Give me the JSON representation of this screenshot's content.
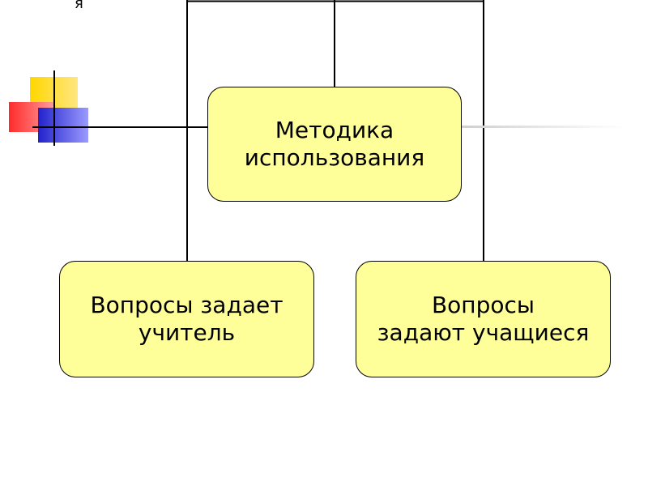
{
  "header": {
    "letter": "я"
  },
  "diagram": {
    "nodes": {
      "top": {
        "label": "Методика\nиспользования"
      },
      "left": {
        "label": "Вопросы задает\nучитель"
      },
      "right": {
        "label": "Вопросы\nзадают учащиеся"
      }
    },
    "colors": {
      "node_fill": "#ffff99",
      "line": "#000000",
      "decor_yellow": "#ffd700",
      "decor_red": "#ff3b3b",
      "decor_blue": "#2f2fd0"
    }
  }
}
